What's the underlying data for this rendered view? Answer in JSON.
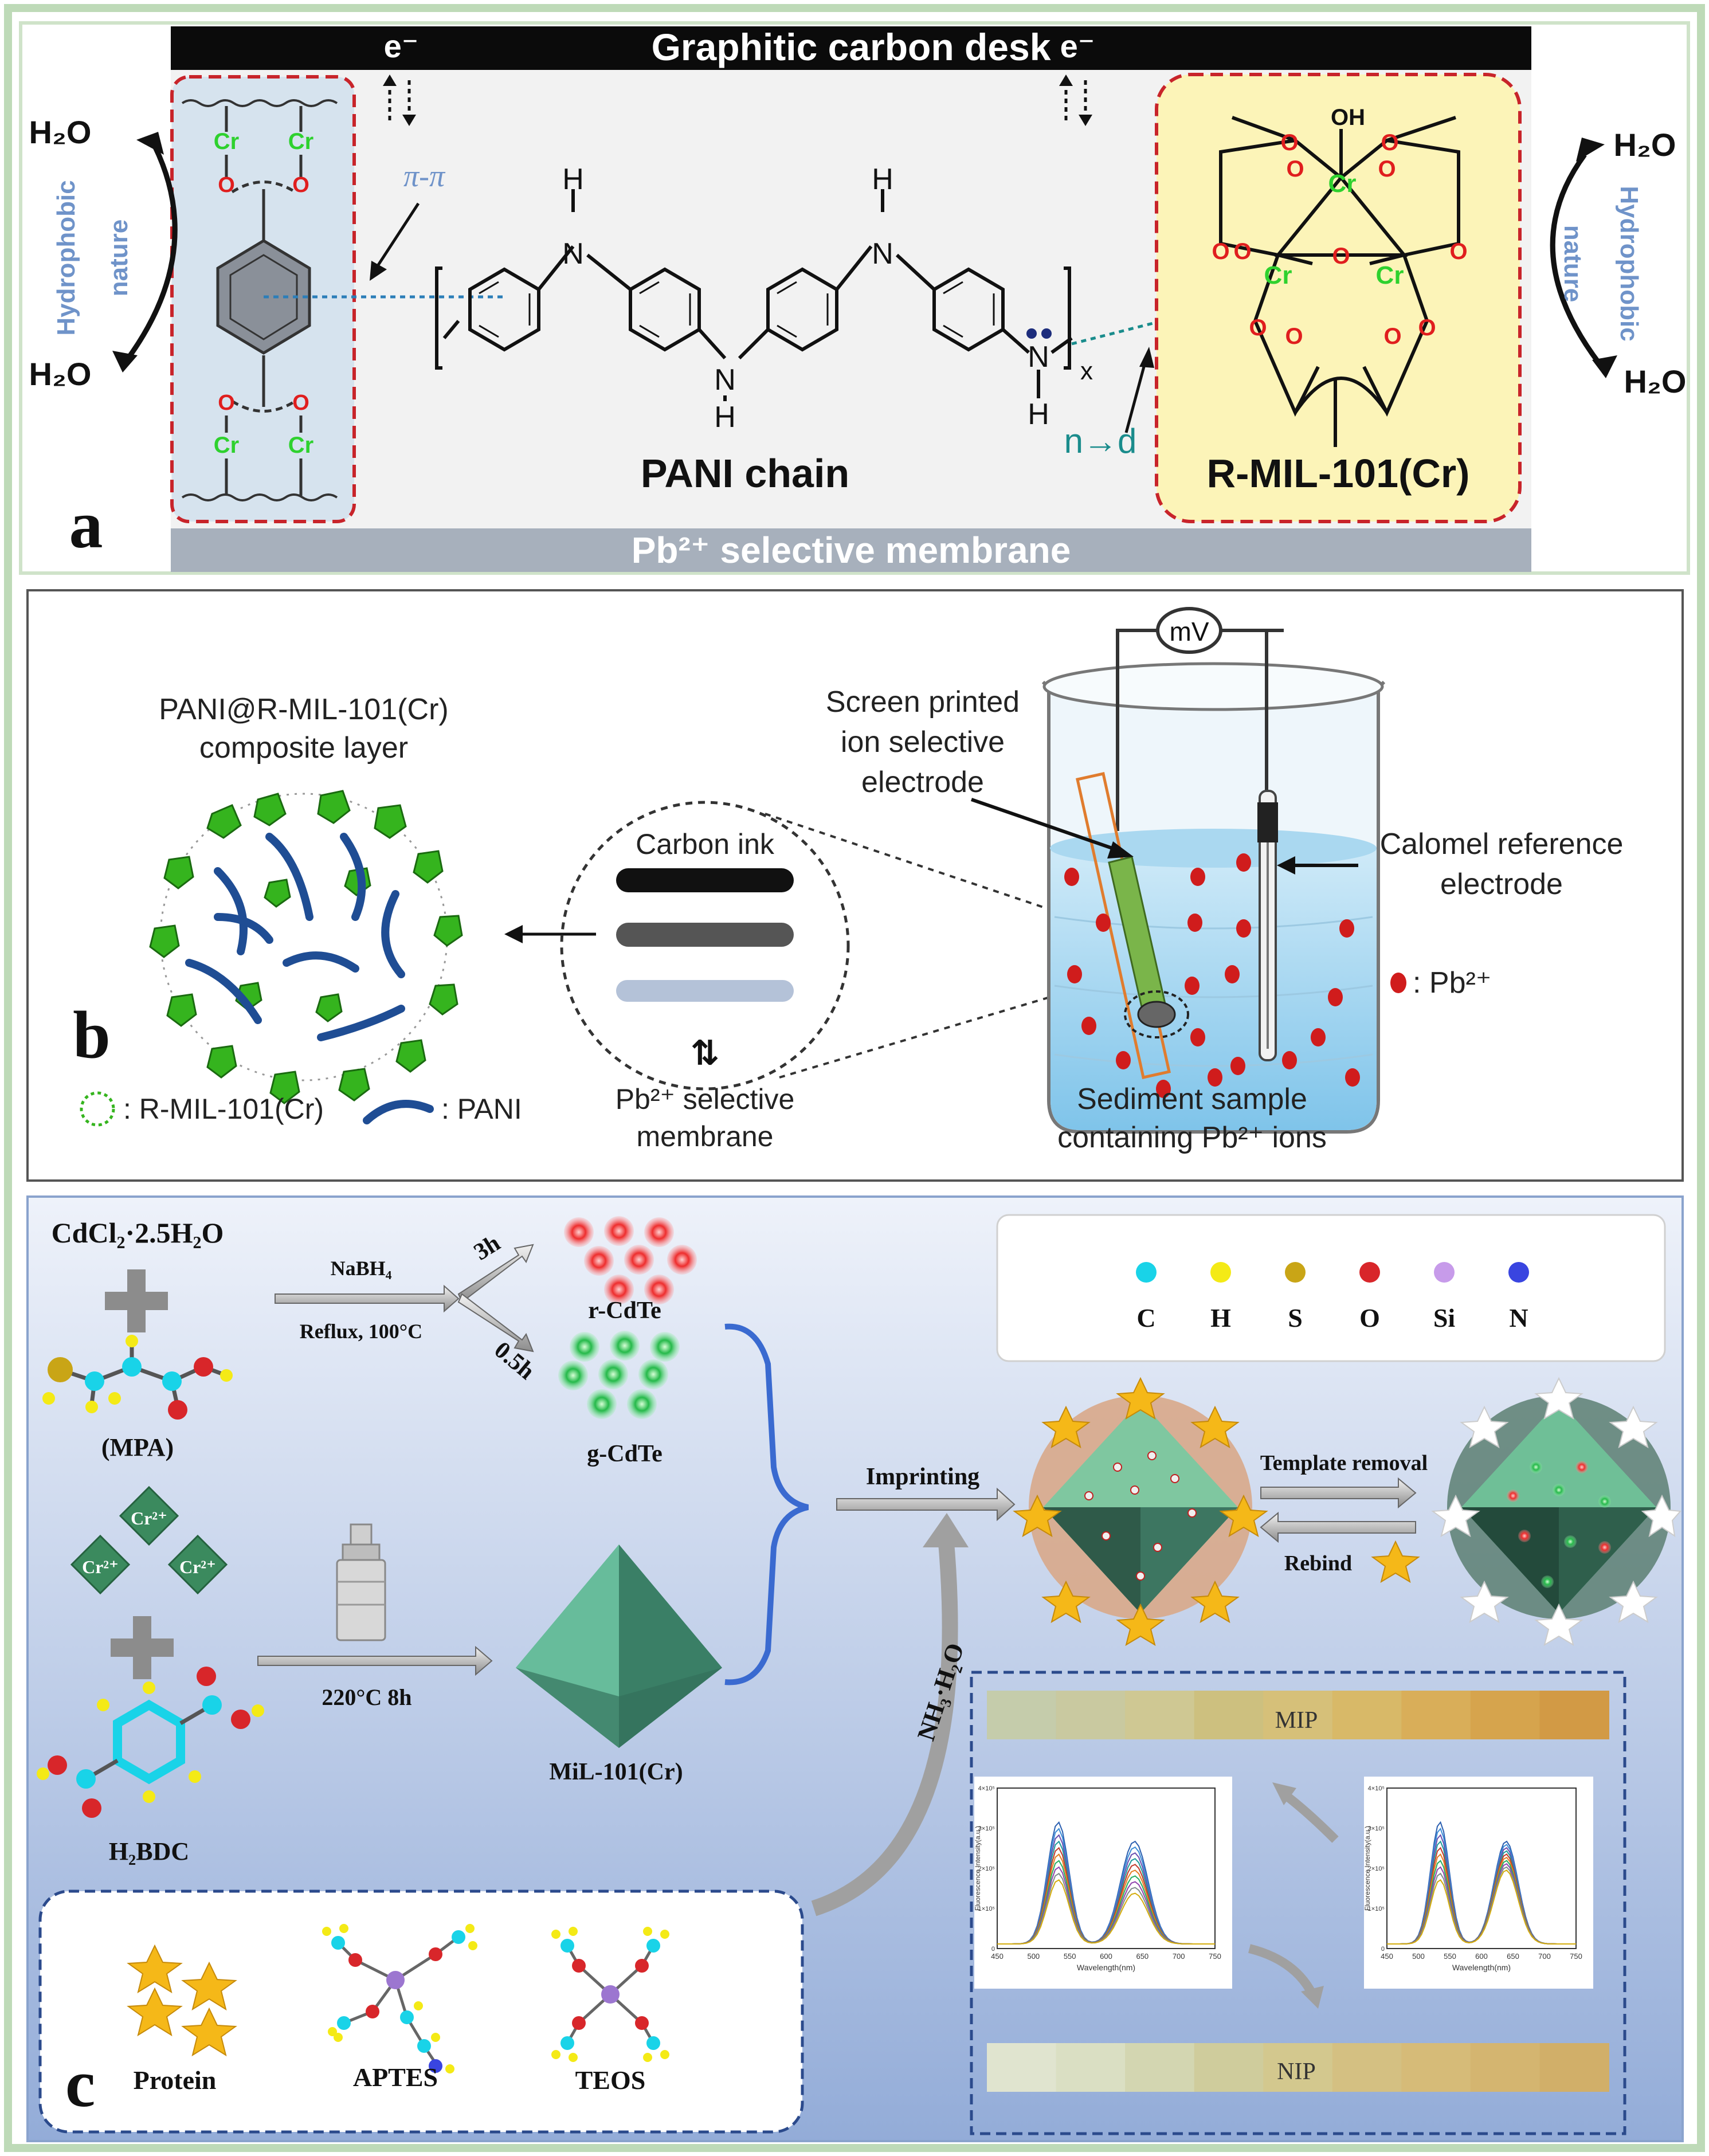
{
  "panel_a": {
    "label": "a",
    "top_bar": "Graphitic carbon desk",
    "bottom_bar": "Pb²⁺ selective membrane",
    "electron_left": "e⁻",
    "electron_right": "e⁻",
    "h2o_left_top": "H₂O",
    "h2o_left_bottom": "H₂O",
    "h2o_right_top": "H₂O",
    "h2o_right_bottom": "H₂O",
    "hydrophobic_left_1": "Hydrophobic",
    "hydrophobic_left_2": "nature",
    "hydrophobic_right_1": "Hydrophobic",
    "hydrophobic_right_2": "nature",
    "pi_pi": "π-π",
    "pani_label": "PANI chain",
    "n_to_d": "n→d",
    "mof_label": "R-MIL-101(Cr)",
    "subscript_x": "x",
    "atom_h": "H",
    "atom_n": "N",
    "atom_cr": "Cr",
    "atom_o": "O",
    "atom_oh": "OH"
  },
  "panel_b": {
    "label": "b",
    "composite_line1": "PANI@R-MIL-101(Cr)",
    "composite_line2": "composite layer",
    "carbon_ink": "Carbon ink",
    "membrane_line1": "Pb²⁺ selective",
    "membrane_line2": "membrane",
    "electrode_line1": "Screen printed",
    "electrode_line2": "ion selective",
    "electrode_line3": "electrode",
    "meter": "mV",
    "calomel_line1": "Calomel reference",
    "calomel_line2": "electrode",
    "pb_legend": ": Pb²⁺",
    "sediment_line1": "Sediment  sample",
    "sediment_line2": "containing Pb²⁺ ions",
    "legend_mof": ": R-MIL-101(Cr)",
    "legend_pani": ": PANI"
  },
  "panel_c": {
    "label": "c",
    "cdcl2": "CdCl₂·2.5H₂O",
    "mpa": "(MPA)",
    "nabh4": "NaBH₄",
    "reflux": "Reflux, 100°C",
    "time_3h": "3h",
    "time_05h": "0.5h",
    "r_cdte": "r-CdTe",
    "g_cdte": "g-CdTe",
    "cr_ion": "Cr²⁺",
    "h2bdc": "H₂BDC",
    "conditions": "220°C    8h",
    "mil": "MiL-101(Cr)",
    "imprinting": "Imprinting",
    "template_removal": "Template removal",
    "rebind": "Rebind",
    "nh3": "NH₃·H₂O",
    "mip": "MIP",
    "nip": "NIP",
    "protein": "Protein",
    "aptes": "APTES",
    "teos": "TEOS",
    "plot_ylabel": "Fluorescence Intensity(a.u.)",
    "plot_xlabel": "Wavelength(nm)",
    "plot_xticks": [
      "450",
      "500",
      "550",
      "600",
      "650",
      "700",
      "750"
    ],
    "plot_yticks": [
      "0",
      "1×10⁵",
      "2×10⁵",
      "3×10⁵",
      "4×10⁵"
    ],
    "legend": [
      {
        "symbol": "C",
        "color": "#19d3e8"
      },
      {
        "symbol": "H",
        "color": "#f4ea16"
      },
      {
        "symbol": "S",
        "color": "#c9a516"
      },
      {
        "symbol": "O",
        "color": "#d8262a"
      },
      {
        "symbol": "Si",
        "color": "#c79bea"
      },
      {
        "symbol": "N",
        "color": "#3945e0"
      }
    ],
    "mip_strip": [
      "#c5ccab",
      "#c9c9a0",
      "#cfc893",
      "#cdc07f",
      "#d6c079",
      "#d8b968",
      "#d9ae59",
      "#d6a44d",
      "#d29a45"
    ],
    "nip_strip": [
      "#e0e4cf",
      "#dadfc3",
      "#d3d6b1",
      "#cfcc9c",
      "#d3c88e",
      "#d4c082",
      "#d6bb78",
      "#d4b570",
      "#d1af69"
    ]
  }
}
